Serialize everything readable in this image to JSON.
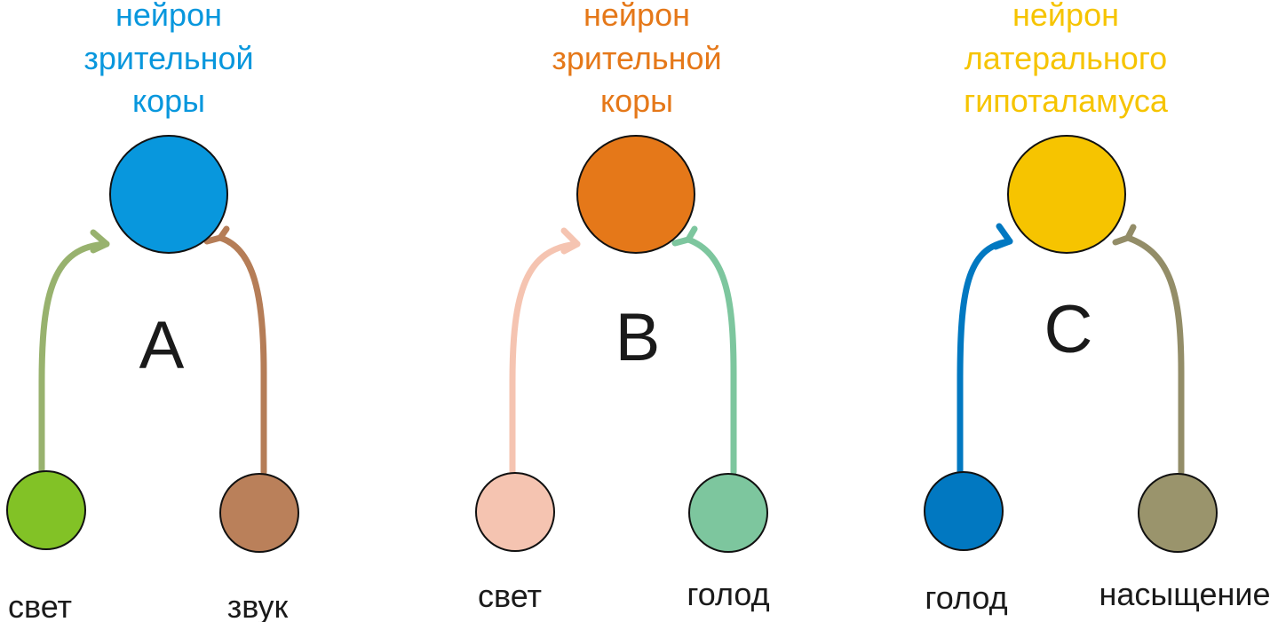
{
  "panels": [
    {
      "letter": "A",
      "neuron": {
        "title_lines": [
          "нейрон",
          "зрительной",
          "коры"
        ],
        "color": "#0897dd"
      },
      "inputs": [
        {
          "label": "свет",
          "color": "#82c226",
          "axon_color": "#98b26e"
        },
        {
          "label": "звук",
          "color": "#ba805a",
          "axon_color": "#b57d57"
        }
      ]
    },
    {
      "letter": "B",
      "neuron": {
        "title_lines": [
          "нейрон",
          "зрительной",
          "коры"
        ],
        "color": "#e57819"
      },
      "inputs": [
        {
          "label": "свет",
          "color": "#f5c4b1",
          "axon_color": "#f5c4b1"
        },
        {
          "label": "голод",
          "color": "#7dc69e",
          "axon_color": "#7dc69e"
        }
      ]
    },
    {
      "letter": "C",
      "neuron": {
        "title_lines": [
          "нейрон",
          "латерального",
          "гипоталамуса"
        ],
        "color": "#f6c400"
      },
      "inputs": [
        {
          "label": "голод",
          "color": "#0178c1",
          "axon_color": "#0178c1"
        },
        {
          "label": "насыщение",
          "color": "#9a946c",
          "axon_color": "#938d68"
        }
      ]
    }
  ]
}
